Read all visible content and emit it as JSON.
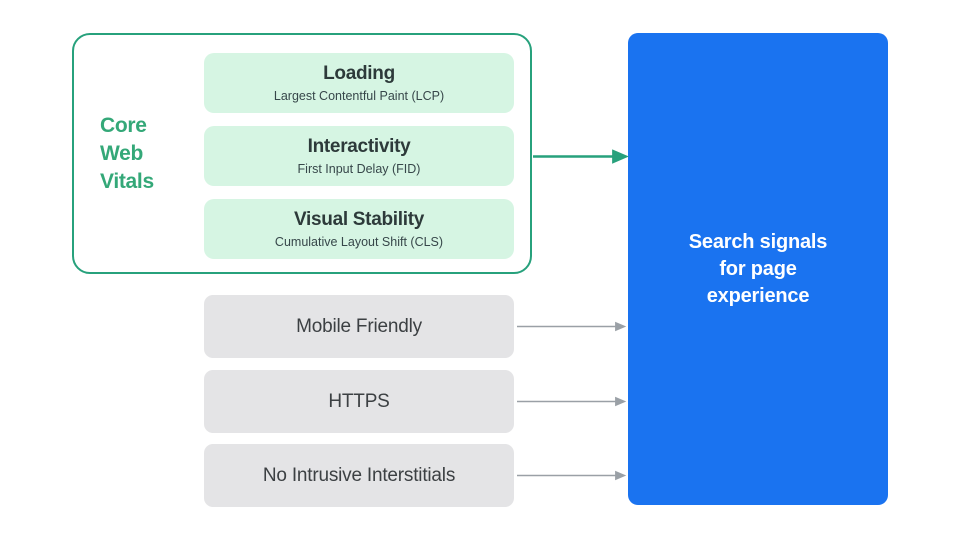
{
  "diagram": {
    "title_semantic": "Core Web Vitals and page experience search signals",
    "colors": {
      "green_accent": "#34a878",
      "green_border": "#27a17c",
      "mint_fill": "#d6f5e3",
      "gray_fill": "#e4e4e6",
      "blue_fill": "#1a73f0",
      "arrow_gray": "#9aa0a6",
      "arrow_green": "#27a17c",
      "text_dark": "#3c4043",
      "text_white": "#ffffff"
    }
  },
  "core_web_vitals": {
    "group_label": "Core Web Vitals",
    "group_label_lines": [
      "Core",
      "Web",
      "Vitals"
    ],
    "metrics": [
      {
        "title": "Loading",
        "subtitle": "Largest Contentful Paint (LCP)",
        "abbr": "LCP"
      },
      {
        "title": "Interactivity",
        "subtitle": "First Input Delay (FID)",
        "abbr": "FID"
      },
      {
        "title": "Visual Stability",
        "subtitle": "Cumulative Layout Shift (CLS)",
        "abbr": "CLS"
      }
    ]
  },
  "other_signals": [
    {
      "label": "Mobile Friendly"
    },
    {
      "label": "HTTPS"
    },
    {
      "label": "No Intrusive Interstitials"
    }
  ],
  "destination": {
    "label": "Search signals\nfor page\nexperience",
    "label_lines": [
      "Search signals",
      "for page",
      "experience"
    ]
  },
  "arrows": {
    "core_web_vitals_arrow": "arrow-right-green",
    "mobile_arrow": "arrow-right-gray",
    "https_arrow": "arrow-right-gray",
    "interstitials_arrow": "arrow-right-gray"
  }
}
